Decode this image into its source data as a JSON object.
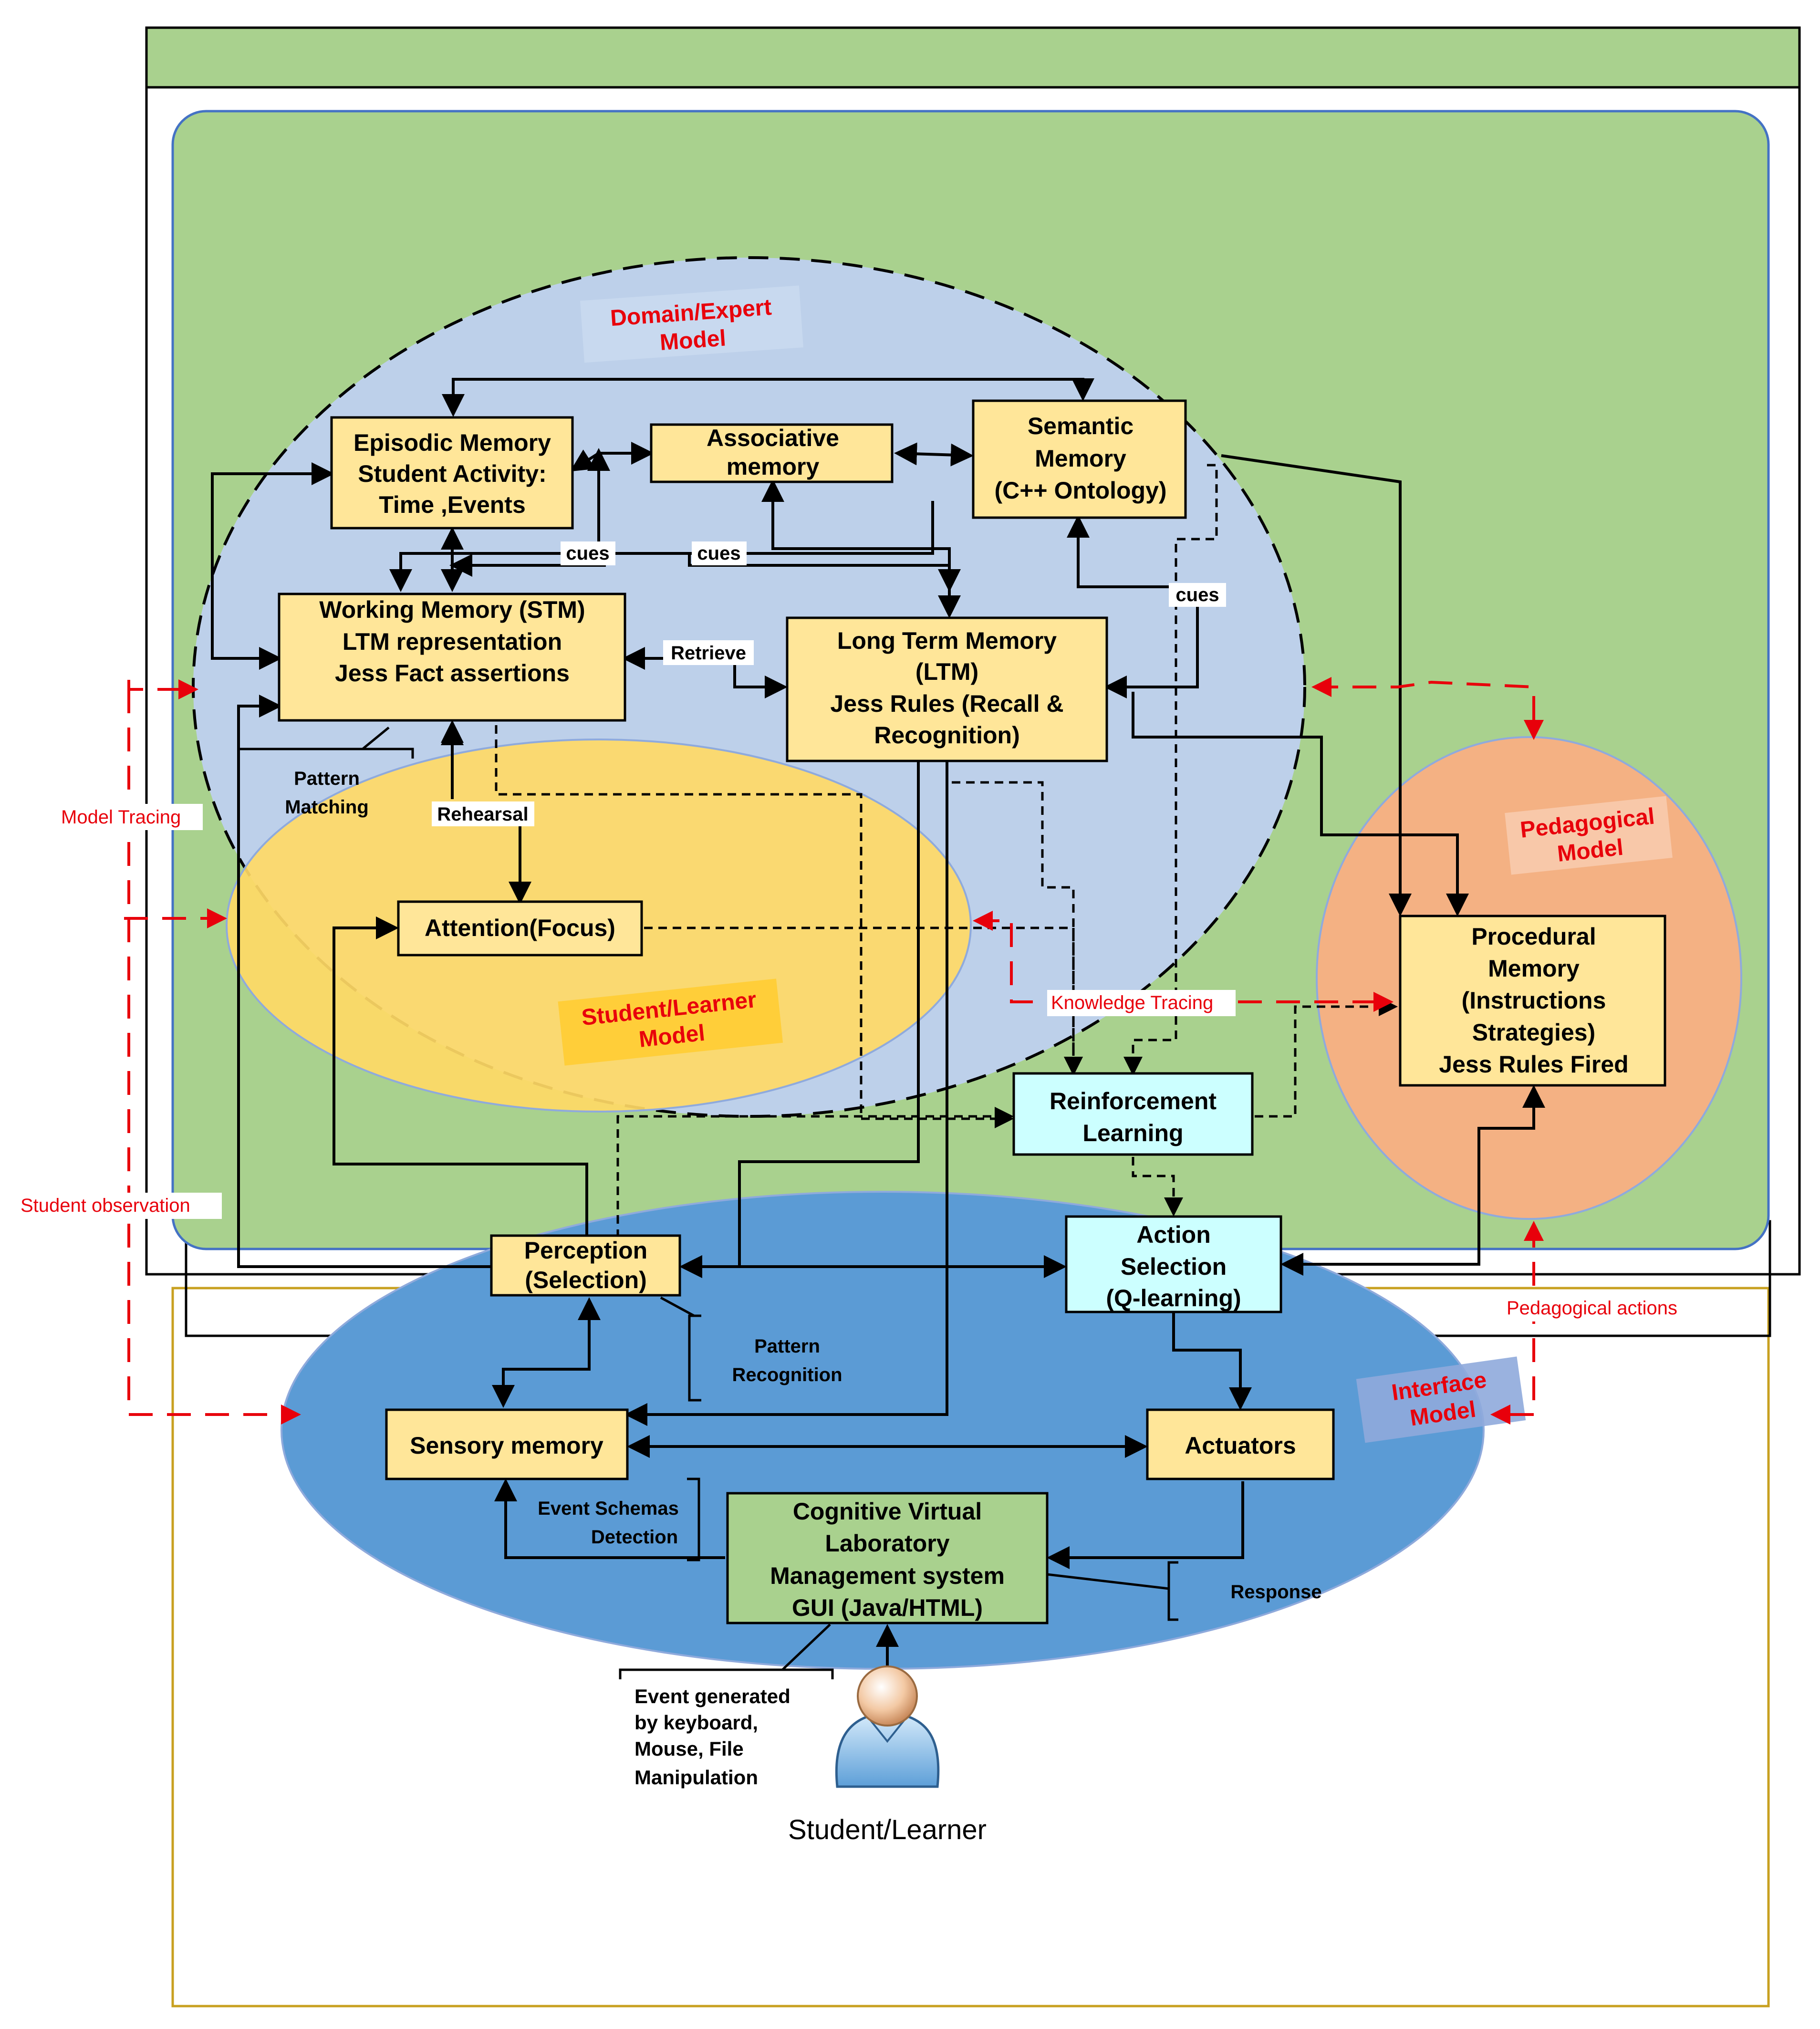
{
  "colors": {
    "frame_green": "#a9d18e",
    "domain_ellipse": "#bdd0ea",
    "student_ellipse": "#ffd966",
    "pedagogical_ellipse": "#f4b183",
    "interface_ellipse": "#5b9bd5",
    "memory_box": "#ffe699",
    "rl_box": "#ccffff",
    "gui_box": "#a9d18e",
    "model_label_red": "#e8000b",
    "line_black": "#000000"
  },
  "models": {
    "domain": {
      "line1": "Domain/Expert",
      "line2": "Model"
    },
    "student": {
      "line1": "Student/Learner",
      "line2": "Model"
    },
    "pedagogical": {
      "line1": "Pedagogical",
      "line2": "Model"
    },
    "interface": {
      "line1": "Interface",
      "line2": "Model"
    }
  },
  "boxes": {
    "episodic": {
      "l1": "Episodic Memory",
      "l2": "Student Activity:",
      "l3": "Time ,Events"
    },
    "associative": {
      "l1": "Associative",
      "l2": "memory"
    },
    "semantic": {
      "l1": "Semantic",
      "l2": "Memory",
      "l3": "(C++ Ontology)"
    },
    "working": {
      "l1": "Working Memory (STM)",
      "l2": "LTM representation",
      "l3": "Jess Fact assertions"
    },
    "ltm": {
      "l1": "Long Term Memory",
      "l2": "(LTM)",
      "l3": "Jess Rules (Recall &",
      "l4": "Recognition)"
    },
    "attention": {
      "l1": "Attention(Focus)"
    },
    "procedural": {
      "l1": "Procedural",
      "l2": "Memory",
      "l3": "(Instructions",
      "l4": "Strategies)",
      "l5": "Jess Rules Fired"
    },
    "reinforcement": {
      "l1": "Reinforcement",
      "l2": "Learning"
    },
    "action": {
      "l1": "Action",
      "l2": "Selection",
      "l3": "(Q-learning)"
    },
    "perception": {
      "l1": "Perception",
      "l2": "(Selection)"
    },
    "sensory": {
      "l1": "Sensory memory"
    },
    "actuators": {
      "l1": "Actuators"
    },
    "gui": {
      "l1": "Cognitive Virtual",
      "l2": "Laboratory",
      "l3": "Management system",
      "l4": "GUI (Java/HTML)"
    }
  },
  "edge_labels": {
    "cues_left": "cues",
    "cues_mid": "cues",
    "cues_right": "cues",
    "retrieve": "Retrieve",
    "rehearsal": "Rehearsal"
  },
  "annotations": {
    "pattern_matching": {
      "l1": "Pattern",
      "l2": "Matching"
    },
    "pattern_recognition": {
      "l1": "Pattern",
      "l2": "Recognition"
    },
    "event_schemas": {
      "l1": "Event Schemas",
      "l2": "Detection"
    },
    "response": "Response",
    "event_generated": {
      "l1": "Event generated",
      "l2": "by keyboard,",
      "l3": "Mouse, File",
      "l4": "Manipulation"
    }
  },
  "red_labels": {
    "model_tracing": "Model Tracing",
    "student_observation": "Student observation",
    "knowledge_tracing": "Knowledge Tracing",
    "pedagogical_actions": "Pedagogical actions"
  },
  "user": {
    "caption": "Student/Learner"
  }
}
